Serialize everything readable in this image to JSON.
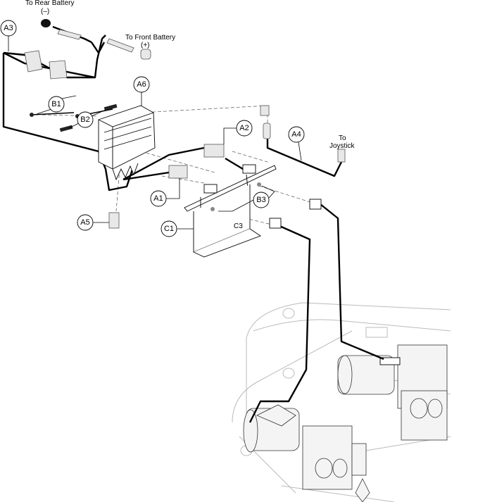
{
  "diagram": {
    "labels": {
      "rear_battery": "To Rear Battery",
      "rear_polarity": "(–)",
      "front_battery": "To Front Battery",
      "front_polarity": "(+)",
      "joystick_line1": "To",
      "joystick_line2": "Joystick",
      "c3": "C3"
    },
    "callouts": [
      "A3",
      "A6",
      "B1",
      "B2",
      "A2",
      "A4",
      "A1",
      "B3",
      "A5",
      "C1"
    ]
  }
}
